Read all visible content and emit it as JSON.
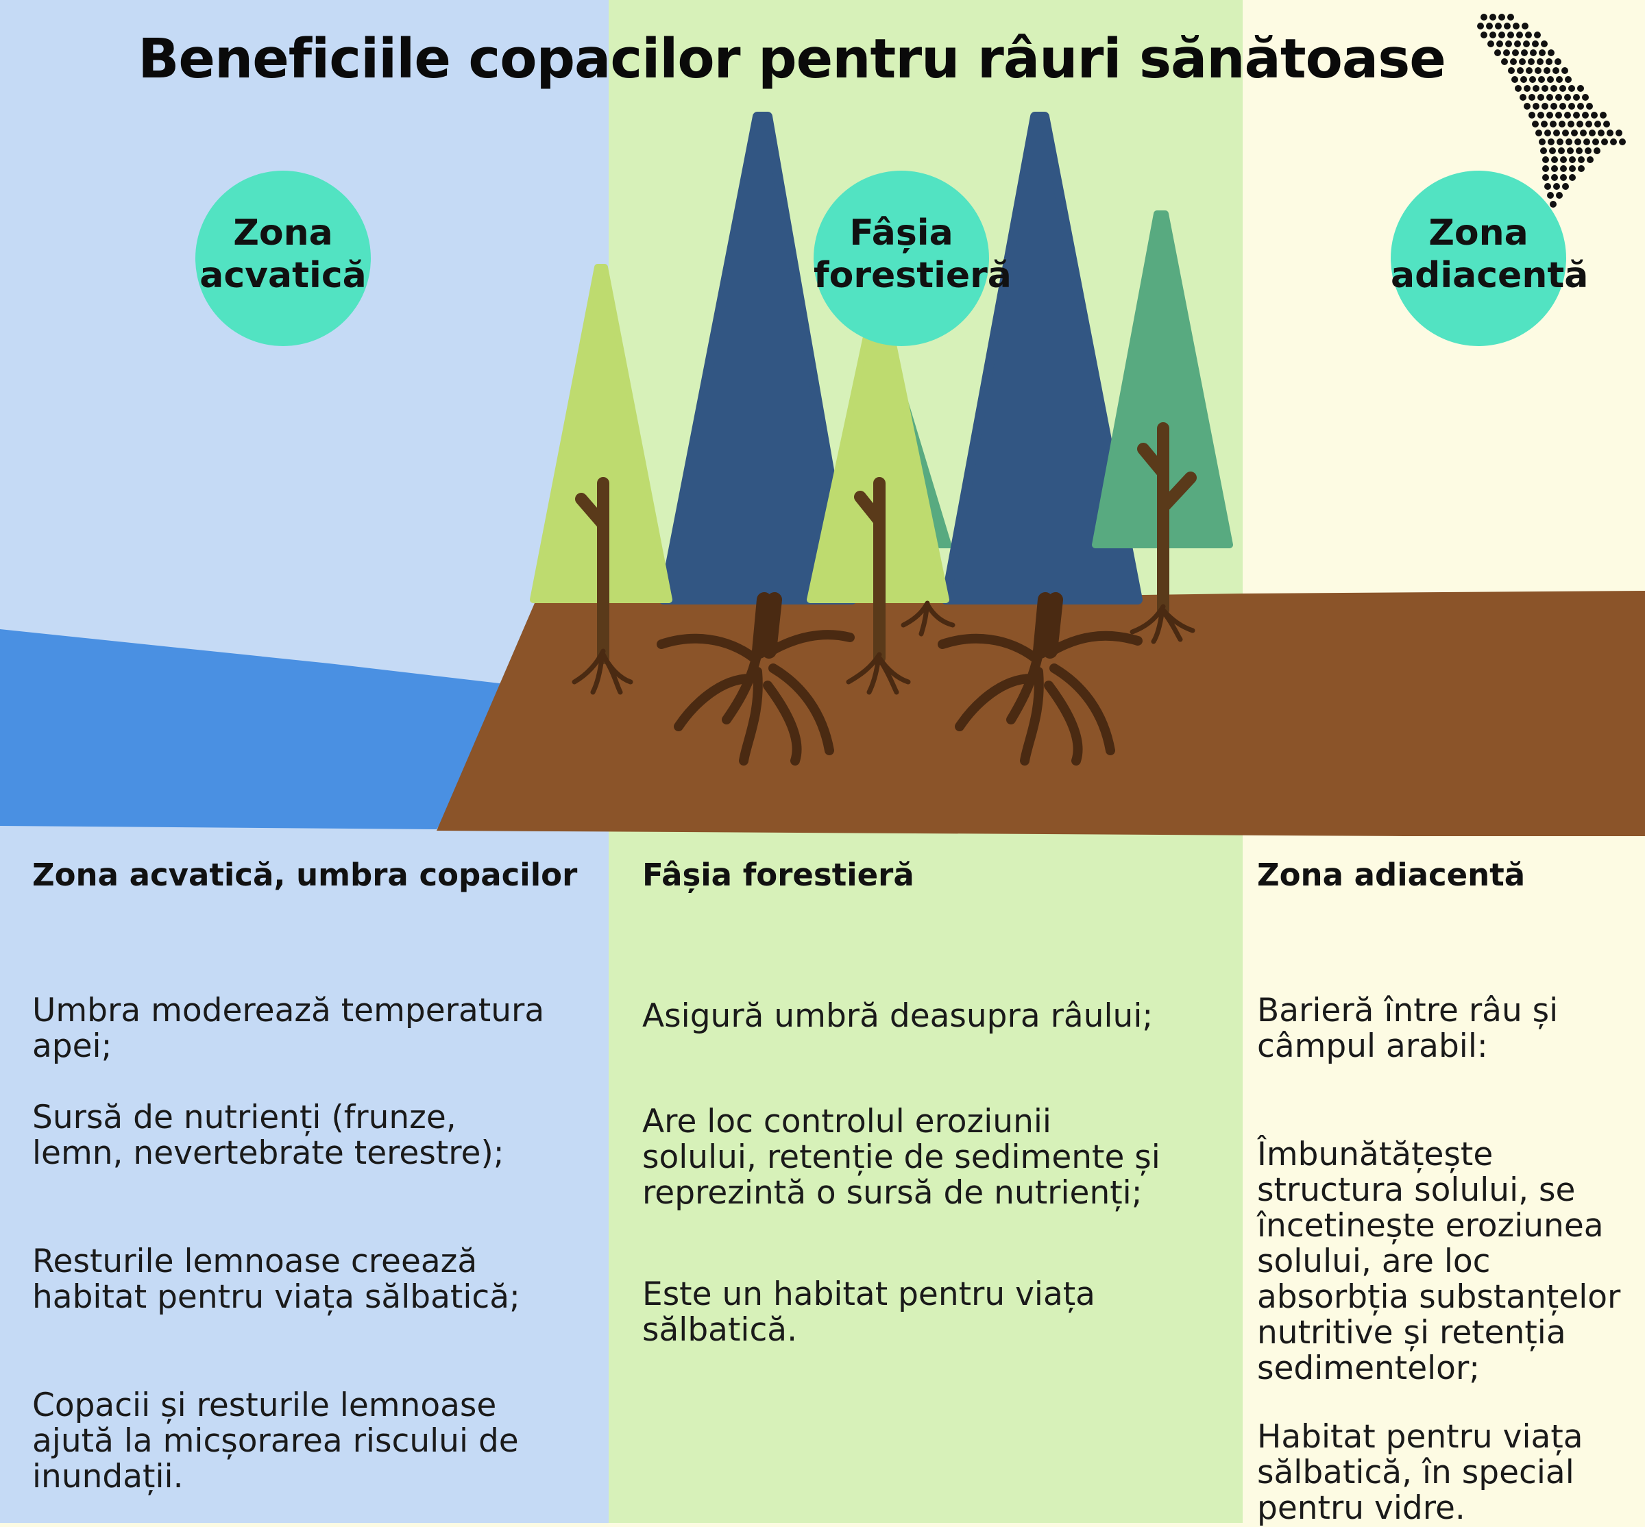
{
  "title": "Beneficiile copacilor pentru râuri sănătoase",
  "colors": {
    "aquatic_bg": "#c5daf5",
    "forest_bg": "#d7f1b9",
    "adjacent_bg": "#fdfbe3",
    "water": "#4a90e2",
    "soil": "#8b5429",
    "zone_circle": "#52e3c2",
    "tree_dark_blue": "#325683",
    "tree_light_green": "#bedb6f",
    "tree_green": "#58aa80",
    "trunk": "#5a3a1a",
    "roots": "#4a2a12"
  },
  "logo": {
    "icon": "moldova-dotted-map-icon"
  },
  "zones": [
    {
      "label": "Zona\nacvatică"
    },
    {
      "label": "Fâșia\nforestieră"
    },
    {
      "label": "Zona\nadiacentă"
    }
  ],
  "columns": [
    {
      "heading": "Zona acvatică, umbra copacilor",
      "paragraphs": [
        "Umbra moderează temperatura\napei;",
        "Sursă de nutrienți (frunze,\nlemn, nevertebrate terestre);",
        "Resturile lemnoase creează\nhabitat pentru viața sălbatică;",
        "Copacii și resturile lemnoase\najută la micșorarea riscului de\ninundații."
      ]
    },
    {
      "heading": "Fâșia forestieră",
      "paragraphs": [
        "Asigură umbră deasupra râului;",
        "Are loc controlul eroziunii\nsolului, retenție de sedimente și\nreprezintă o sursă de nutrienți;",
        "Este un habitat pentru viața\nsălbatică."
      ]
    },
    {
      "heading": "Zona adiacentă",
      "paragraphs": [
        "Barieră între râu și\ncâmpul arabil:",
        "Îmbunătățește\nstructura solului, se\nîncetinește eroziunea\nsolului, are loc\nabsorbția substanțelor\nnutritive și retenția\nsedimentelor;",
        "Habitat pentru viața\nsălbatică, în special\npentru vidre."
      ]
    }
  ]
}
